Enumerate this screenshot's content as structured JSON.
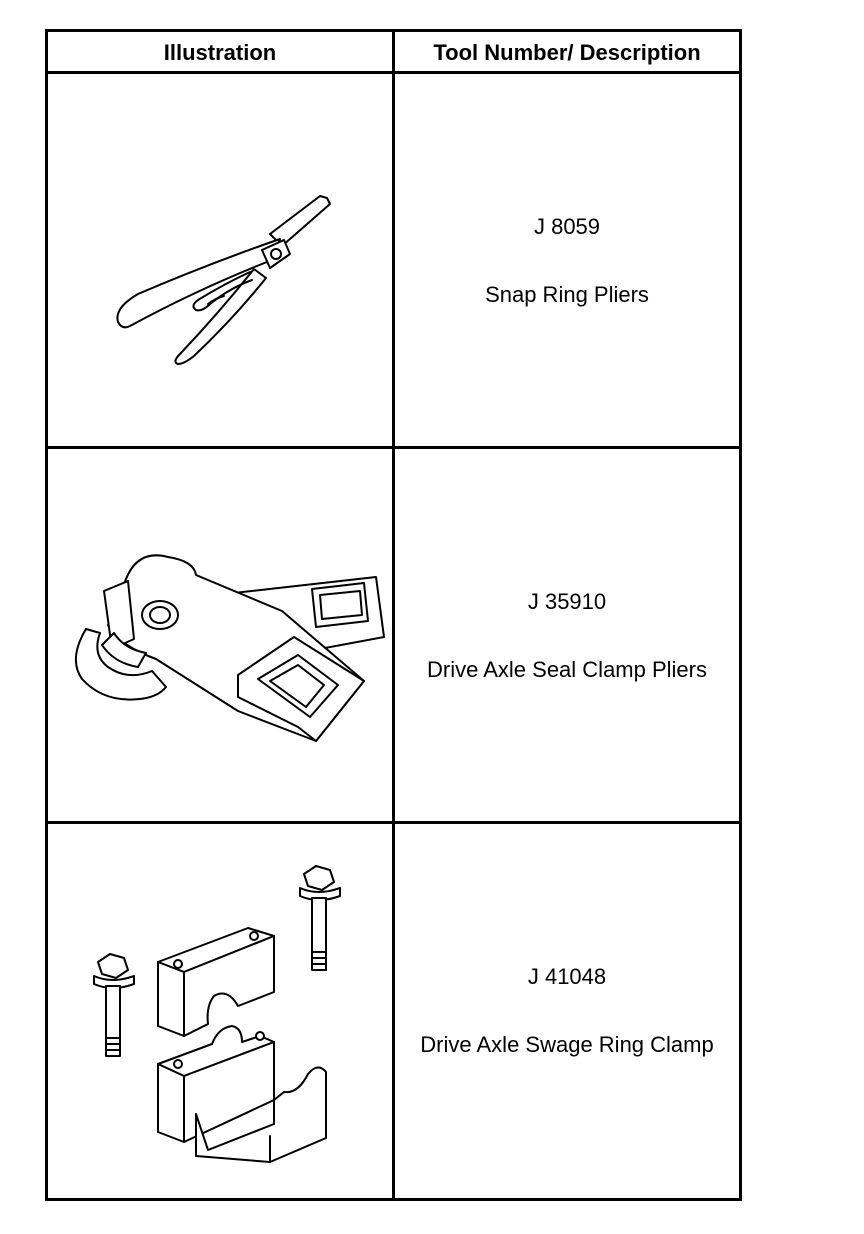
{
  "table": {
    "headers": {
      "illustration": "Illustration",
      "tool": "Tool Number/ Description"
    },
    "rows": [
      {
        "number": "J 8059",
        "description": "Snap Ring Pliers",
        "icon": "snap-ring-pliers-icon"
      },
      {
        "number": "J 35910",
        "description": "Drive Axle Seal Clamp Pliers",
        "icon": "seal-clamp-pliers-icon"
      },
      {
        "number": "J 41048",
        "description": "Drive Axle Swage Ring Clamp",
        "icon": "swage-ring-clamp-icon"
      }
    ]
  },
  "colors": {
    "border": "#000000",
    "background": "#ffffff",
    "text": "#000000"
  }
}
